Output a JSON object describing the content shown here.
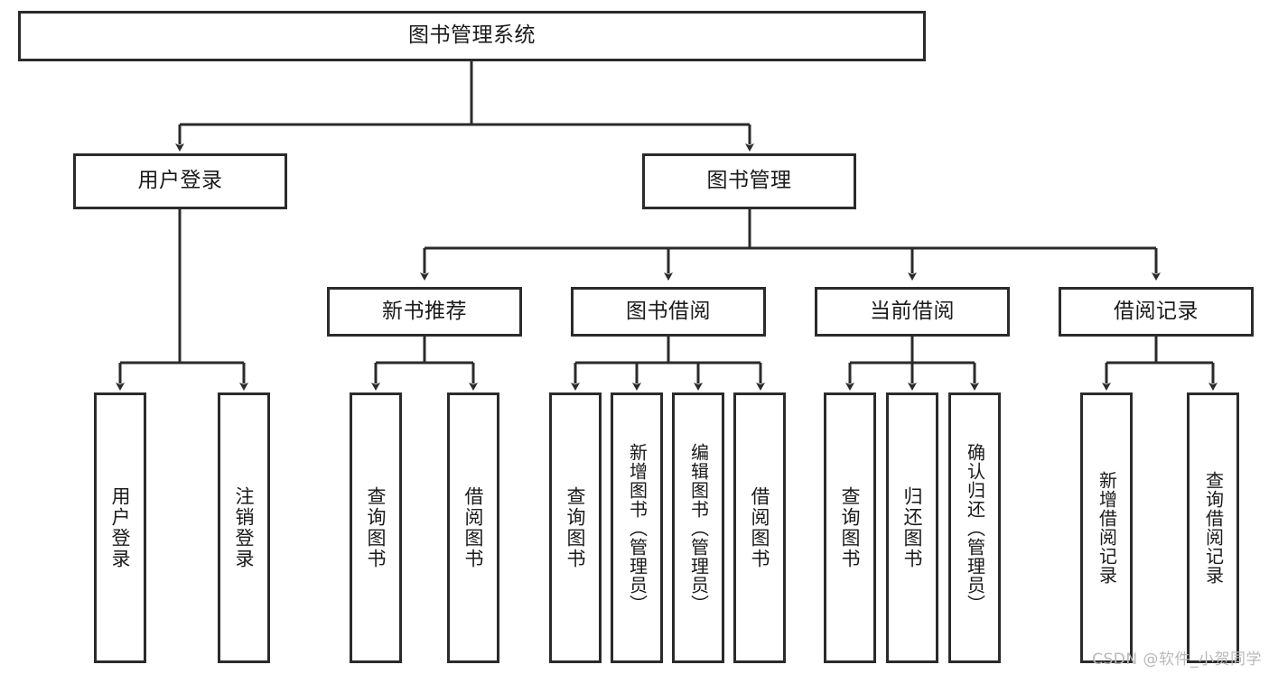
{
  "diagram": {
    "type": "tree",
    "title_node": "图书管理系统",
    "watermark": "CSDN @软件_小贺同学",
    "colors": {
      "box_border": "#2b2b2b",
      "line": "#2b2b2b",
      "text": "#1a1a1a",
      "background": "#ffffff",
      "watermark": "#b9b9b9"
    },
    "nodes": {
      "root": {
        "label": "图书管理系统"
      },
      "level2": [
        {
          "label": "用户登录"
        },
        {
          "label": "图书管理"
        }
      ],
      "level3": [
        {
          "label": "新书推荐"
        },
        {
          "label": "图书借阅"
        },
        {
          "label": "当前借阅"
        },
        {
          "label": "借阅记录"
        }
      ],
      "leaves": {
        "user_login": [
          {
            "label": "用户登录"
          },
          {
            "label": "注销登录"
          }
        ],
        "new_book": [
          {
            "label": "查询图书"
          },
          {
            "label": "借阅图书"
          }
        ],
        "book_borrow": [
          {
            "label": "查询图书"
          },
          {
            "label": "新增图书（管理员）"
          },
          {
            "label": "编辑图书（管理员）"
          },
          {
            "label": "借阅图书"
          }
        ],
        "current_borrow": [
          {
            "label": "查询图书"
          },
          {
            "label": "归还图书"
          },
          {
            "label": "确认归还（管理员）"
          }
        ],
        "borrow_record": [
          {
            "label": "新增借阅记录"
          },
          {
            "label": "查询借阅记录"
          }
        ]
      }
    }
  }
}
